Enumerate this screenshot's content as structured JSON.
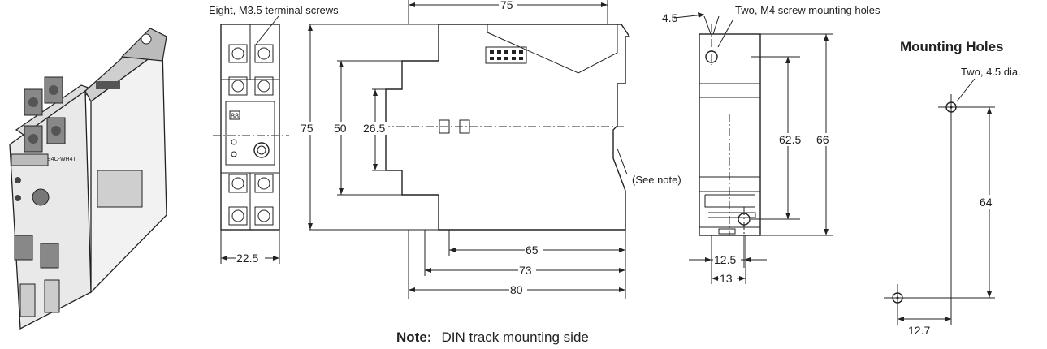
{
  "labels": {
    "terminal_screws": "Eight, M3.5 terminal screws",
    "mount_screw_holes": "Two, M4 screw mounting holes",
    "see_note": "(See note)",
    "mounting_holes_title": "Mounting Holes",
    "hole_dia": "Two, 4.5 dia.",
    "device_label": "E4C-WH4T"
  },
  "dimensions": {
    "front_width": "22.5",
    "front_height": "75",
    "dim_50": "50",
    "dim_26_5": "26.5",
    "side_top_width": "75",
    "side_65": "65",
    "side_73": "73",
    "side_80": "80",
    "rear_4_5": "4.5",
    "rear_62_5": "62.5",
    "rear_66": "66",
    "rear_12_5": "12.5",
    "rear_13": "13",
    "holes_64": "64",
    "holes_12_7": "12.7"
  },
  "note": {
    "label": "Note:",
    "text": "DIN track mounting side"
  }
}
